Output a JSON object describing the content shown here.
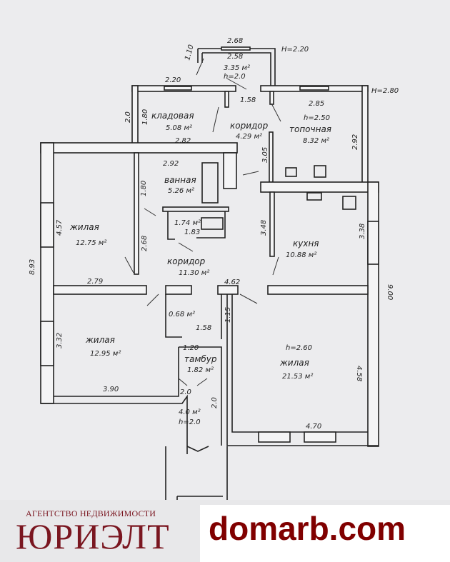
{
  "plan": {
    "annex": {
      "top_dim": "2.68",
      "inner_dim": "2.58",
      "area": "3.35 м²",
      "height": "h=2.0",
      "side_dim": "1.10",
      "ceiling": "Н=2.20"
    },
    "ceiling_main": "Н=2.80",
    "storage": {
      "name": "кладовая",
      "area": "5.08 м²",
      "top_dim": "2.20",
      "bottom_dim": "2.82",
      "side_dim": "1.80",
      "outer_dim": "2.0"
    },
    "corridor_small": {
      "name": "коридор",
      "area": "4.29 м²",
      "dim": "1.58",
      "side_dim": "3.05"
    },
    "boiler": {
      "name": "топочная",
      "area": "8.32 м²",
      "height": "h=2.50",
      "top_dim": "2.85",
      "side_dim": "2.92"
    },
    "bathroom": {
      "name": "ванная",
      "area": "5.26 м²",
      "top_dim": "2.92",
      "side_dim": "1.80",
      "wc_area": "1.74 м²",
      "wc_dim": "1.83"
    },
    "living1": {
      "name": "жилая",
      "area": "12.75 м²",
      "side_dim": "4.57",
      "bottom_dim": "2.79",
      "inner_dim": "2.68"
    },
    "corridor_main": {
      "name": "коридор",
      "area": "11.30 м²",
      "dim": "4.62"
    },
    "kitchen": {
      "name": "кухня",
      "area": "10.88 м²",
      "side_dim": "3.48",
      "right_dim": "3.38"
    },
    "overall_left": "8.93",
    "overall_right": "9.00",
    "living2": {
      "name": "жилая",
      "area": "12.95 м²",
      "side_dim": "3.32",
      "bottom_dim": "3.90"
    },
    "closet": {
      "area": "0.68 м²",
      "dim": "1.15"
    },
    "vestibule": {
      "name": "тамбур",
      "area": "1.82 м²",
      "dim": "1.58",
      "side_dim": "1.20",
      "bottom_dim": "2.0"
    },
    "porch_room": {
      "area": "4.0 м²",
      "height": "h=2.0",
      "side_dim": "2.0"
    },
    "living3": {
      "name": "жилая",
      "area": "21.53 м²",
      "height": "h=2.60",
      "side_dim": "4.58",
      "bottom_dim": "4.70"
    }
  },
  "branding": {
    "agency_caption": "АГЕНТСТВО НЕДВИЖИМОСТИ",
    "agency_name": "ЮРИЭЛТ",
    "site": "domarb.com"
  }
}
